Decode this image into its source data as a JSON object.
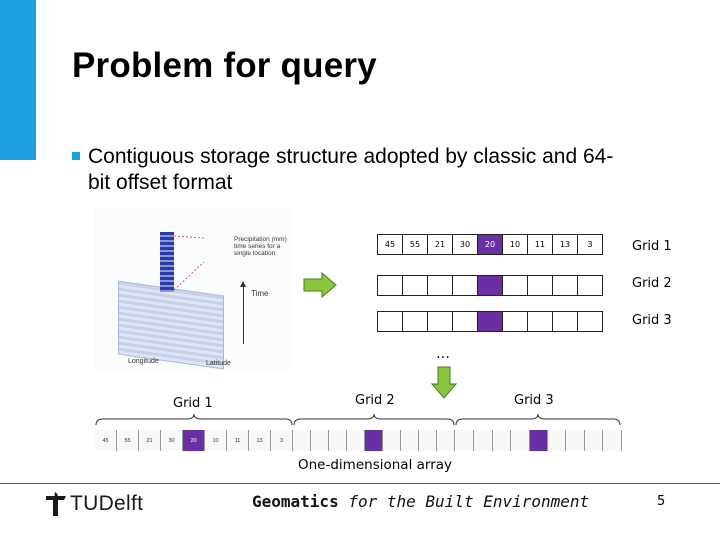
{
  "slide": {
    "title": "Problem for query",
    "bullet": "Contiguous storage structure adopted by classic and 64-bit offset format",
    "accent_color": "#1e9fe0",
    "highlight_color": "#6a2fa5"
  },
  "figure": {
    "precip_label": "Precipitation (mm) time series for a single location",
    "time_label": "Time",
    "longitude_label": "Longitude",
    "latitude_label": "Latitude"
  },
  "grid1_values": [
    "45",
    "55",
    "21",
    "30",
    "20",
    "10",
    "11",
    "13",
    "3"
  ],
  "grid_highlight_index": 4,
  "grid_labels": {
    "grid1": "Grid 1",
    "grid2": "Grid 2",
    "grid3": "Grid 3"
  },
  "ellipsis": "…",
  "array": {
    "caption": "One-dimensional array",
    "label_grid1": "Grid 1",
    "label_grid2": "Grid 2",
    "label_grid3": "Grid 3"
  },
  "footer": {
    "logo_text": "TUDelft",
    "title_bold": "Geomatics",
    "title_rest": "for the Built Environment",
    "page_number": "5",
    "icons": [
      "tudelft-flame-icon",
      "arrow-right-icon",
      "arrow-down-icon",
      "bullet-square-icon"
    ]
  }
}
